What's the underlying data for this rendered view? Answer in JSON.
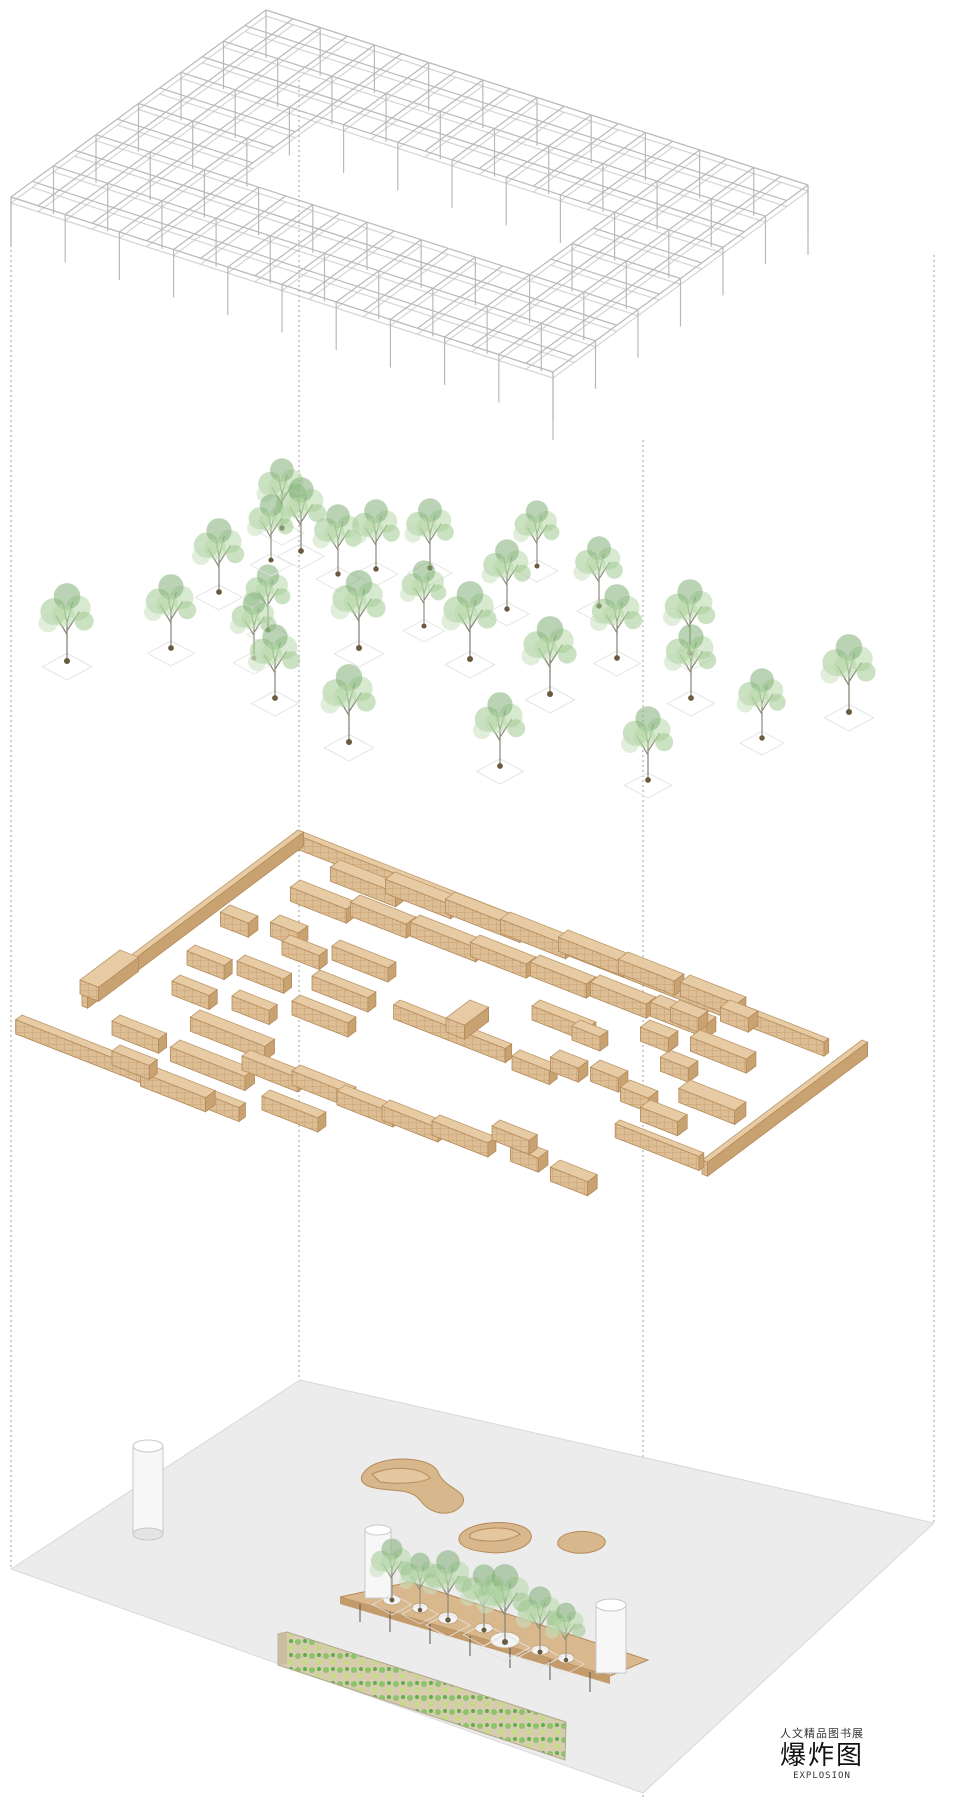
{
  "caption": {
    "subtitle": "人文精品图书展",
    "title": "爆炸图",
    "title_en": "EXPLOSION"
  },
  "colors": {
    "frame": "#b9b9b9",
    "wood": "#d9b990",
    "wood_dark": "#c49c6c",
    "wood_light": "#ead3b2",
    "ground": "#ececec",
    "foliage": [
      "#9ec98f",
      "#b7d8a8",
      "#7fae77",
      "#c9e0bf"
    ],
    "guide": "#9a9a9a"
  },
  "layers": [
    {
      "name": "roof-space-frame"
    },
    {
      "name": "tree-layer"
    },
    {
      "name": "bookshelf-layer"
    },
    {
      "name": "ground-floor-layer"
    }
  ]
}
